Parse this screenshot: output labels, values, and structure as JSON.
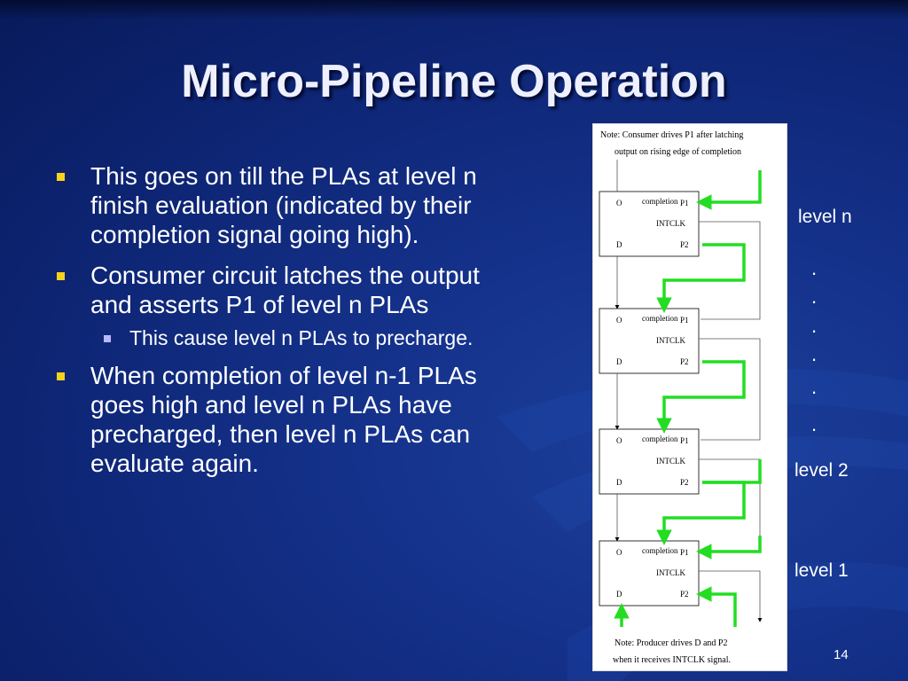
{
  "slide": {
    "title": "Micro-Pipeline Operation",
    "page_number": "14"
  },
  "bullets": [
    {
      "level": 1,
      "text": "This goes on till the PLAs at level n finish evaluation (indicated by their completion signal going high)."
    },
    {
      "level": 1,
      "text": "Consumer circuit latches the output and asserts P1 of level n PLAs"
    },
    {
      "level": 2,
      "text": "This cause level n PLAs to precharge."
    },
    {
      "level": 1,
      "text": "When completion of level n-1 PLAs goes high and level n PLAs have precharged, then level n PLAs can evaluate again."
    }
  ],
  "figure": {
    "note_top_line1": "Note: Consumer drives P1 after latching",
    "note_top_line2": "output on rising edge of completion",
    "note_bottom_line1": "Note: Producer drives D and P2",
    "note_bottom_line2": "when it receives INTCLK signal.",
    "block_labels": {
      "o": "O",
      "d": "D",
      "completion": "completion",
      "p1": "P1",
      "intclk": "INTCLK",
      "p2": "P2"
    },
    "arrow_color": "#22dd22"
  },
  "levels": {
    "n": "level n",
    "two": "level 2",
    "one": "level 1",
    "dot": "."
  },
  "colors": {
    "background": "#14318a",
    "bullet_marker": "#f7d21a",
    "sub_bullet_marker": "#b8b8ff"
  }
}
